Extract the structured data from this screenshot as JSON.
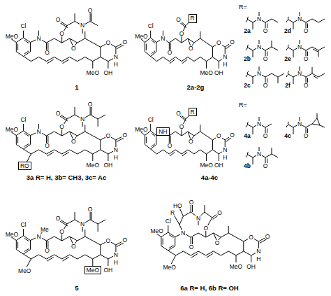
{
  "diagram": {
    "nodes": [
      {
        "text": [
          "R"
        ]
      },
      {
        "text": [
          "RO"
        ]
      },
      {
        "text": [
          "NH"
        ]
      },
      {
        "text": [
          "R"
        ]
      },
      {
        "text": [
          "MeO"
        ]
      }
    ],
    "labels": [
      "1",
      "2a-2g",
      "3a R= H, 3b= CH3, 3c= Ac",
      "4a-4c",
      "5",
      "6a R= H, 6b R= OH",
      "R=",
      "2a",
      "N",
      "O",
      "2b",
      "N",
      "O",
      "2c",
      "N",
      "O",
      "2d",
      "N",
      "O",
      "2e",
      "N",
      "O",
      "2f",
      "N",
      "O",
      "R=",
      "4a",
      "N",
      "O",
      "4b",
      "N",
      "O",
      "4c",
      "N",
      "O",
      "Cl",
      "MeO",
      "N",
      "O",
      "O",
      "N",
      "O",
      "O",
      "O",
      "O",
      "O",
      "N",
      "H",
      "OH",
      "MeO",
      "Cl",
      "MeO",
      "N",
      "O",
      "O",
      "O",
      "O",
      "O",
      "O",
      "N",
      "H",
      "OH",
      "MeO",
      "Cl",
      "MeO",
      "N",
      "O",
      "O",
      "N",
      "O",
      "O",
      "O",
      "O",
      "O",
      "N",
      "H",
      "OH",
      "MeO",
      "Cl",
      "MeO",
      "O",
      "O",
      "O",
      "O",
      "O",
      "O",
      "N",
      "H",
      "OH",
      "MeO",
      "Cl",
      "MeO",
      "N",
      "Me",
      "O",
      "O",
      "N",
      "O",
      "O",
      "O",
      "O",
      "O",
      "N",
      "H",
      "OH",
      "MeO",
      "Cl",
      "MeO",
      "HO",
      "R",
      "O",
      "N",
      "N",
      "O",
      "O",
      "O",
      "O",
      "O",
      "O",
      "N",
      "H",
      "OH",
      "MeO",
      "MeO"
    ]
  }
}
